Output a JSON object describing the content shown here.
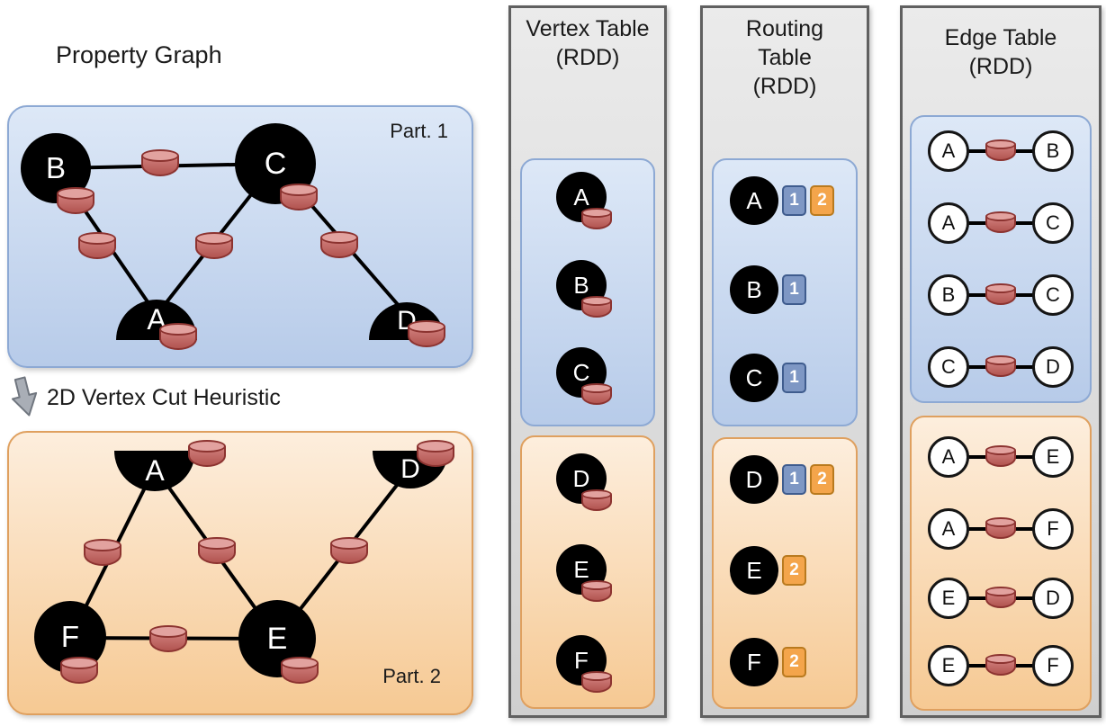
{
  "colors": {
    "partition_blue_fill": "#c7d7f0",
    "partition_blue_border": "#8da9d4",
    "partition_orange_fill": "#f6c993",
    "partition_orange_border": "#dfa05f",
    "column_gray_fill": "#d9d9d9",
    "column_gray_border": "#606060",
    "cylinder_red": "#c76c69",
    "cylinder_border": "#8c3330",
    "badge_blue": "#7e97c4",
    "badge_orange": "#f4a54b",
    "vertex_black": "#000000"
  },
  "property_graph": {
    "title": "Property Graph",
    "cut_label": "2D Vertex Cut Heuristic",
    "part1": {
      "label": "Part. 1",
      "vertices": [
        "B",
        "C",
        "A",
        "D"
      ]
    },
    "part2": {
      "label": "Part. 2",
      "vertices": [
        "A",
        "D",
        "F",
        "E"
      ]
    }
  },
  "vertex_table": {
    "title": [
      "Vertex Table",
      "(RDD)"
    ],
    "part1": [
      "A",
      "B",
      "C"
    ],
    "part2": [
      "D",
      "E",
      "F"
    ]
  },
  "routing_table": {
    "title": [
      "Routing",
      "Table",
      "(RDD)"
    ],
    "part1": [
      {
        "vertex": "A",
        "badges": [
          {
            "value": "1",
            "color": "blue"
          },
          {
            "value": "2",
            "color": "orange"
          }
        ]
      },
      {
        "vertex": "B",
        "badges": [
          {
            "value": "1",
            "color": "blue"
          }
        ]
      },
      {
        "vertex": "C",
        "badges": [
          {
            "value": "1",
            "color": "blue"
          }
        ]
      }
    ],
    "part2": [
      {
        "vertex": "D",
        "badges": [
          {
            "value": "1",
            "color": "blue"
          },
          {
            "value": "2",
            "color": "orange"
          }
        ]
      },
      {
        "vertex": "E",
        "badges": [
          {
            "value": "2",
            "color": "orange"
          }
        ]
      },
      {
        "vertex": "F",
        "badges": [
          {
            "value": "2",
            "color": "orange"
          }
        ]
      }
    ]
  },
  "edge_table": {
    "title": [
      "Edge Table",
      "(RDD)"
    ],
    "part1": [
      {
        "src": "A",
        "dst": "B"
      },
      {
        "src": "A",
        "dst": "C"
      },
      {
        "src": "B",
        "dst": "C"
      },
      {
        "src": "C",
        "dst": "D"
      }
    ],
    "part2": [
      {
        "src": "A",
        "dst": "E"
      },
      {
        "src": "A",
        "dst": "F"
      },
      {
        "src": "E",
        "dst": "D"
      },
      {
        "src": "E",
        "dst": "F"
      }
    ]
  }
}
